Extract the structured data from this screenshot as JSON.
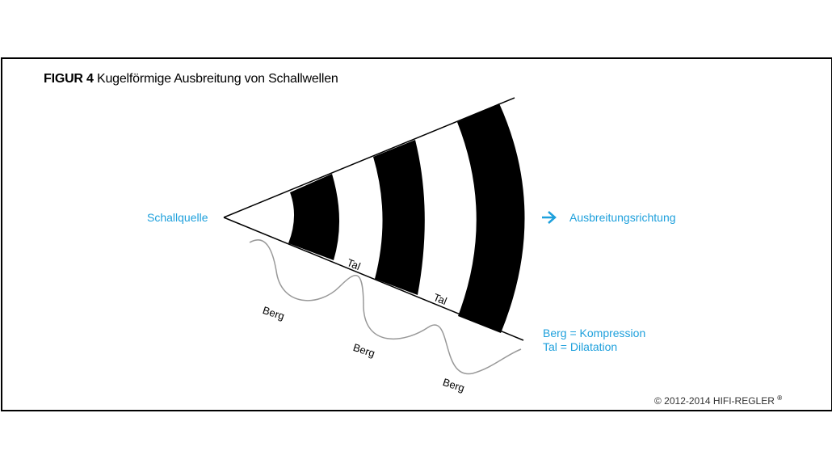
{
  "figure": {
    "number_label": "FIGUR 4",
    "title": "Kugelförmige Ausbreitung von Schallwellen"
  },
  "labels": {
    "source": "Schallquelle",
    "direction": "Ausbreitungsrichtung",
    "tal_1": "Tal",
    "tal_2": "Tal",
    "berg_1": "Berg",
    "berg_2": "Berg",
    "berg_3": "Berg"
  },
  "legend": {
    "line1": "Berg = Kompression",
    "line2": "Tal = Dilatation"
  },
  "copyright": {
    "text": "© 2012-2014 HIFI-REGLER",
    "mark": "®"
  },
  "colors": {
    "accent": "#1ea0dc",
    "band": "#000000",
    "wave": "#999999"
  },
  "icons": {
    "direction": "arrow-right-icon"
  }
}
